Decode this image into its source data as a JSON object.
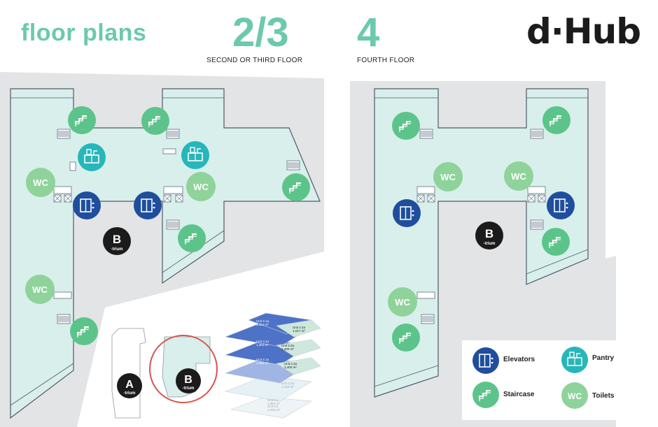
{
  "header": {
    "title": "floor plans",
    "floor_a_number": "2/3",
    "floor_a_label": "SECOND OR THIRD FLOOR",
    "floor_b_number": "4",
    "floor_b_label": "FOURTH FLOOR",
    "logo": "d·Hub"
  },
  "markers": {
    "wc": "WC",
    "atrium_b_letter": "B",
    "atrium_a_letter": "A",
    "atrium_suffix": "-trium"
  },
  "stack_units": [
    {
      "name": "Unit 4.1a",
      "area": "1,364 m²"
    },
    {
      "name": "Unit 4.2a",
      "area": "1,017 m²"
    },
    {
      "name": "Unit 3.1a",
      "area": "1,364 m²"
    },
    {
      "name": "Unit 3.2a",
      "area": "1,400 m²"
    },
    {
      "name": "Unit 2.1a",
      "area": "1,364 m²"
    },
    {
      "name": "Unit 2.2a",
      "area": "1,400 m²"
    },
    {
      "name": "Unit 1.2a",
      "area": "1,400 m²"
    },
    {
      "name": "Unit 0.1",
      "area": "1,364 m²"
    },
    {
      "name": "Unit 0.2",
      "area": "1,026 m²"
    }
  ],
  "legend": {
    "elevators": "Elevators",
    "pantry": "Pantry",
    "staircase": "Staircase",
    "toilets": "Toilets",
    "wc": "WC"
  },
  "colors": {
    "accent_green": "#6cc9ad",
    "wc_green": "#8fd39a",
    "stair_green": "#5cc48a",
    "pantry_teal": "#27b6b9",
    "elevator_blue": "#1f4e9e",
    "atrium_black": "#1b1b1b",
    "floor_fill": "#d8efec",
    "site_grey": "#e3e4e6"
  }
}
